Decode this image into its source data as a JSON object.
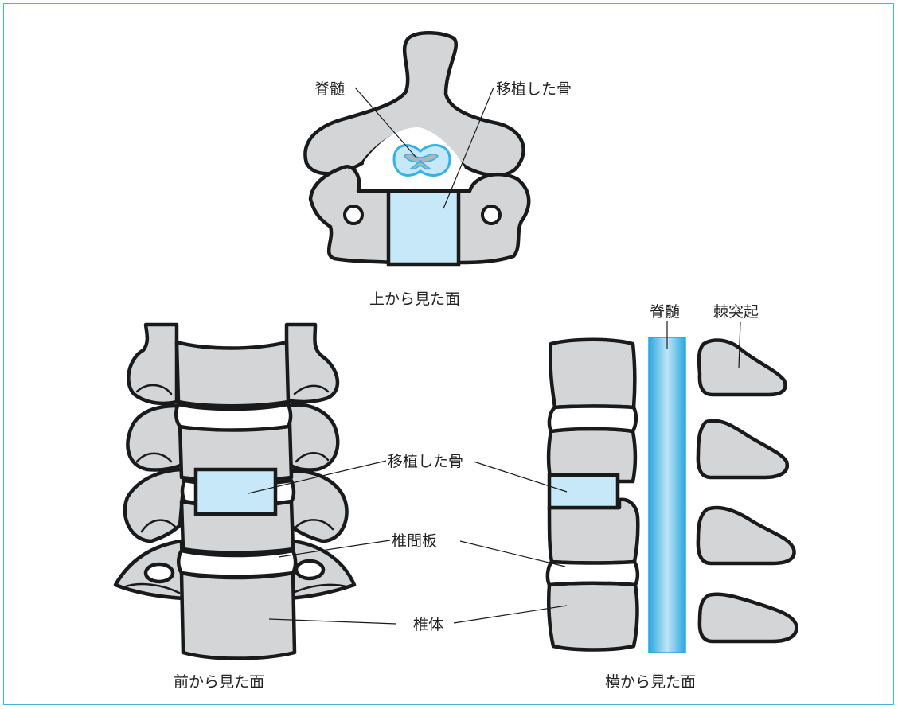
{
  "labels": {
    "top_spinal_cord": "脊髄",
    "top_graft": "移植した骨",
    "caption_top": "上から見た面",
    "front_graft": "移植した骨",
    "front_disc": "椎間板",
    "front_body": "椎体",
    "caption_front": "前から見た面",
    "side_spinal_cord": "脊髄",
    "side_spinous": "棘突起",
    "caption_side": "横から見た面"
  },
  "colors": {
    "bone": "#d4d5d7",
    "graft": "#c7e8f8",
    "cord": "#35b1e6",
    "frame": "#49b4d6",
    "outline": "#1a1a1a"
  }
}
